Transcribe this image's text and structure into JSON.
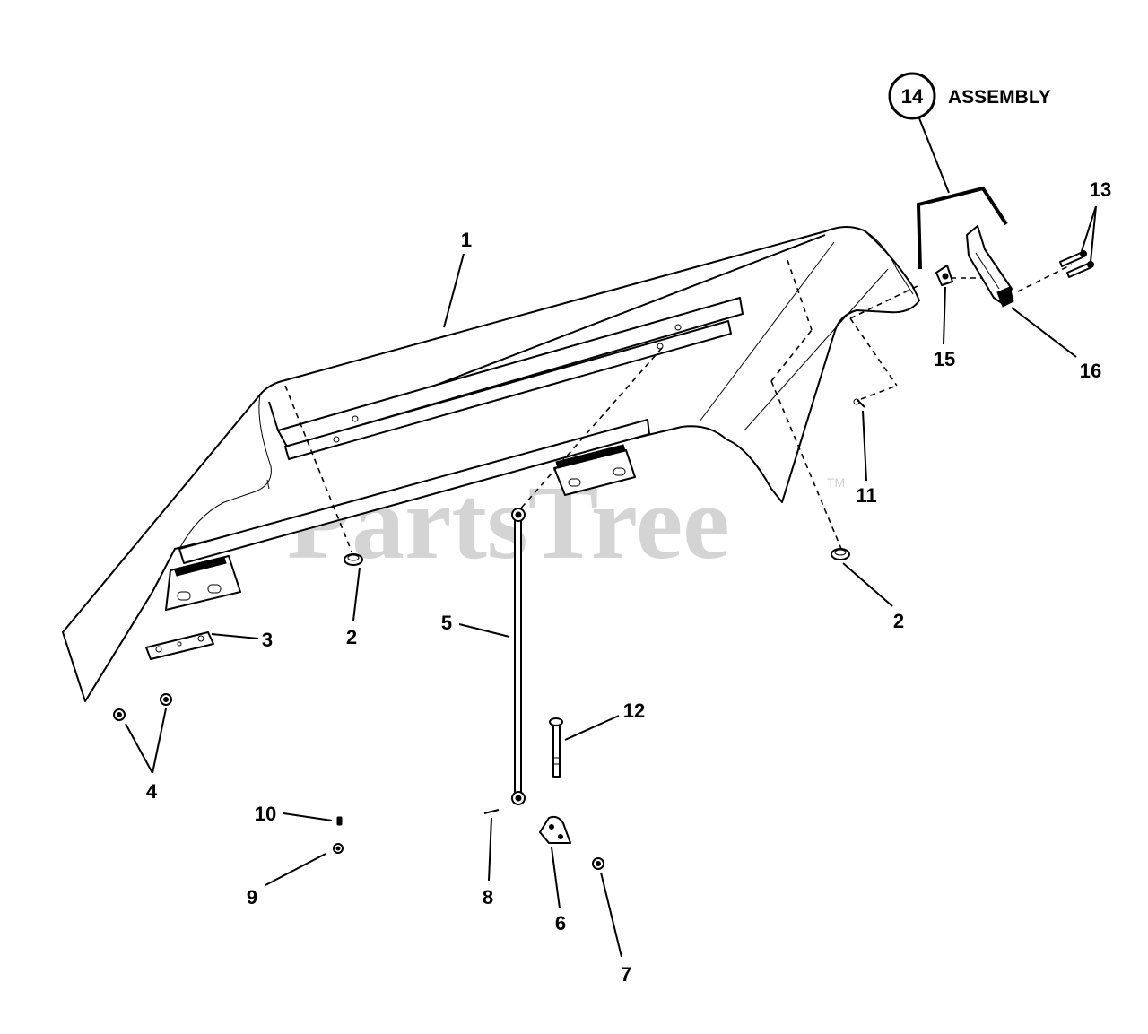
{
  "watermark": {
    "text": "PartsTree",
    "trademark": "TM"
  },
  "assembly": {
    "number": "14",
    "label": "ASSEMBLY"
  },
  "callouts": {
    "c1": "1",
    "c2a": "2",
    "c2b": "2",
    "c3": "3",
    "c4": "4",
    "c5": "5",
    "c6": "6",
    "c7": "7",
    "c8": "8",
    "c9": "9",
    "c10": "10",
    "c11": "11",
    "c12": "12",
    "c13": "13",
    "c15": "15",
    "c16": "16"
  }
}
